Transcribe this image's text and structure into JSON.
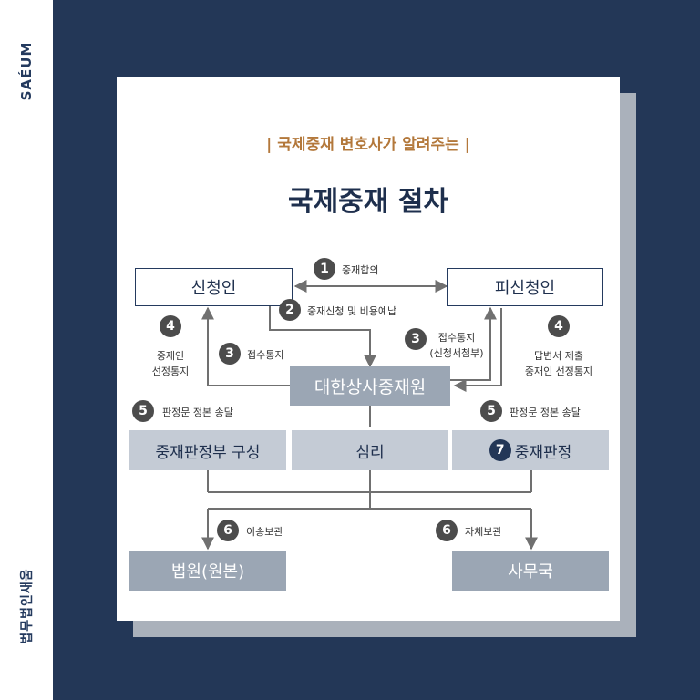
{
  "brand": "SAÉUM",
  "firm": "법무법인새움",
  "subtitle": "| 국제중재 변호사가 알려주는 |",
  "title": "국제중재 절차",
  "applicant": "신청인",
  "respondent": "피신청인",
  "institution": "대한상사중재원",
  "tribunal_formation": "중재판정부 구성",
  "hearing": "심리",
  "award_num": "7",
  "award": "중재판정",
  "court": "법원(원본)",
  "secretariat": "사무국",
  "steps": {
    "s1_num": "1",
    "s1": "중재합의",
    "s2_num": "2",
    "s2": "중재신청 및 비용예납",
    "s3l_num": "3",
    "s3l": "접수통지",
    "s3r_num": "3",
    "s3r_line1": "접수통지",
    "s3r_line2": "(신청서첨부)",
    "s4l_num": "4",
    "s4l_line1": "중재인",
    "s4l_line2": "선정통지",
    "s4r_num": "4",
    "s4r_line1": "답변서 제출",
    "s4r_line2": "중재인 선정통지",
    "s5l_num": "5",
    "s5l": "판정문 정본 송달",
    "s5r_num": "5",
    "s5r": "판정문 정본 송달",
    "s6l_num": "6",
    "s6l": "이송보관",
    "s6r_num": "6",
    "s6r": "자체보관"
  },
  "colors": {
    "navy": "#233757",
    "accent": "#b3783b",
    "gray_box": "#9ba6b4",
    "light_box": "#c4cbd5",
    "line": "#707070"
  }
}
